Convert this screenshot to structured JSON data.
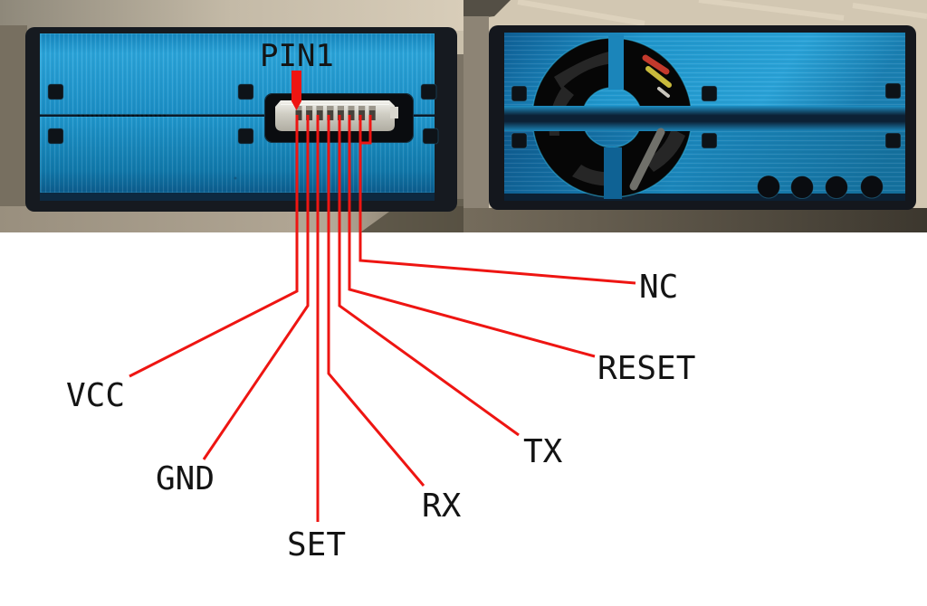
{
  "pinout": {
    "marker": "PIN1",
    "connector_pin_count": 8,
    "labels": [
      "VCC",
      "GND",
      "SET",
      "RX",
      "TX",
      "RESET",
      "NC"
    ],
    "pins": [
      {
        "pin": 1,
        "label": "VCC"
      },
      {
        "pin": 2,
        "label": "GND"
      },
      {
        "pin": 3,
        "label": "SET"
      },
      {
        "pin": 4,
        "label": "RX"
      },
      {
        "pin": 5,
        "label": "TX"
      },
      {
        "pin": 6,
        "label": "RESET"
      },
      {
        "pin": 7,
        "label": "NC"
      },
      {
        "pin": 8,
        "label": "NC"
      }
    ]
  },
  "photos": {
    "left": "sensor-connector-side-photo",
    "right": "sensor-fan-side-photo"
  },
  "colors": {
    "annotation_red": "#ee1512",
    "label_text": "#141414",
    "case_blue": "#1e96d0",
    "surface_beige": "#cfc4b1",
    "page_background": "#ffffff"
  }
}
